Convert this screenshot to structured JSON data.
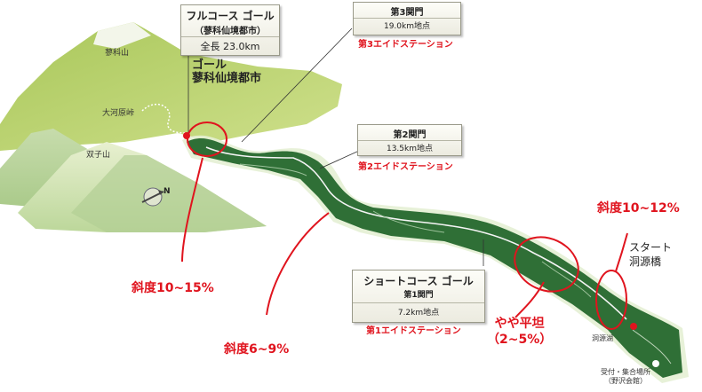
{
  "mountains": {
    "tateshina": "蓼科山",
    "okawara": "大河原峠",
    "futago": "双子山"
  },
  "compass_letter": "N",
  "goal_box": {
    "title": "フルコース ゴール",
    "subtitle": "（蓼科仙境都市）",
    "distance": "全長 23.0km"
  },
  "goal_label": {
    "line1": "ゴール",
    "line2": "蓼科仙境都市"
  },
  "gate3": {
    "title": "第3関門",
    "distance": "19.0km地点",
    "aid": "第3エイドステーション"
  },
  "gate2": {
    "title": "第2関門",
    "distance": "13.5km地点",
    "aid": "第2エイドステーション"
  },
  "gate1": {
    "title": "ショートコース ゴール",
    "subtitle": "第1関門",
    "distance": "7.2km地点",
    "aid": "第1エイドステーション"
  },
  "start": {
    "line1": "スタート",
    "line2": "洞源橋"
  },
  "lake": "洞源湖",
  "reception": {
    "line1": "受付・集合場所",
    "line2": "（野沢会館）"
  },
  "grades": {
    "g1": "斜度10~15%",
    "g2": "斜度6~9%",
    "g3_line1": "やや平坦",
    "g3_line2": "（2~5%）",
    "g4": "斜度10~12%"
  },
  "colors": {
    "accent_red": "#e0141e",
    "forest": "#2f6f36",
    "hill": "#b9d36a"
  }
}
